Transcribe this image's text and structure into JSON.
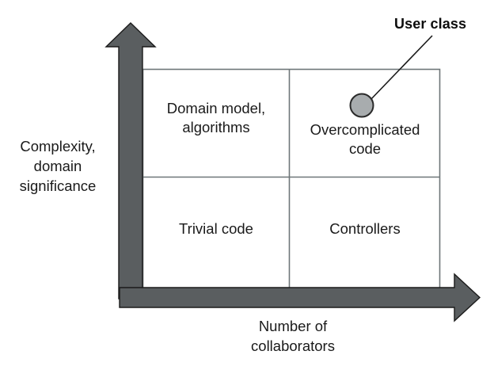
{
  "diagram": {
    "type": "2x2-quadrant-matrix",
    "title_none": "",
    "axes": {
      "y": {
        "name": "y-axis",
        "label": "Complexity,\ndomain\nsignificance",
        "label_lines": [
          "Complexity,",
          "domain",
          "significance"
        ],
        "direction": "up",
        "arrow": true
      },
      "x": {
        "name": "x-axis",
        "label": "Number of\ncollaborators",
        "label_lines": [
          "Number of",
          "collaborators"
        ],
        "direction": "right",
        "arrow": true
      }
    },
    "quadrants": [
      {
        "id": "top-left",
        "label": "Domain model,\nalgorithms",
        "x_level": "low",
        "y_level": "high"
      },
      {
        "id": "top-right",
        "label": "Overcomplicated\ncode",
        "x_level": "high",
        "y_level": "high"
      },
      {
        "id": "bottom-left",
        "label": "Trivial code",
        "x_level": "low",
        "y_level": "low"
      },
      {
        "id": "bottom-right",
        "label": "Controllers",
        "x_level": "high",
        "y_level": "low"
      }
    ],
    "markers": [
      {
        "id": "user-class",
        "label": "User class",
        "shape": "circle",
        "quadrant": "top-right",
        "has_leader_line": true
      }
    ],
    "colors": {
      "arrow_fill": "#5a5e60",
      "arrow_stroke": "#1a1a1a",
      "marker_fill": "#a8acae",
      "marker_stroke": "#1a1a1a",
      "grid_stroke": "#6e7679",
      "text": "#1a1a1a",
      "background": "#ffffff"
    }
  }
}
